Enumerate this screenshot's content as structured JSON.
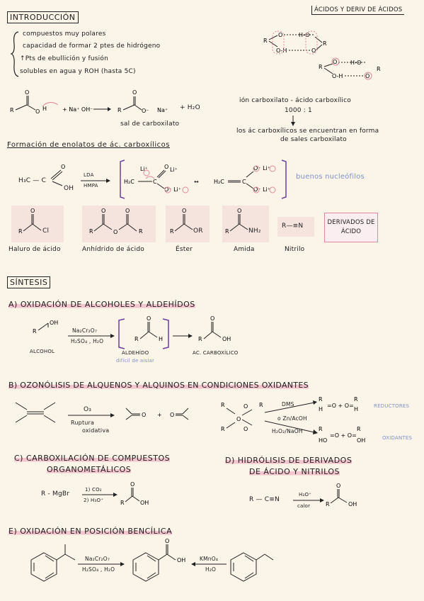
{
  "intro": {
    "title": "INTRODUCCIÓN",
    "bullets": [
      "compuestos muy polares",
      "capacidad de formar 2 ptes de hidrógeno",
      "↑Pts de ebullición y fusión",
      "solubles en agua y ROH (hasta 5C)"
    ]
  },
  "top_right_title": "ÁCIDOS Y DERIV DE ÁCIDOS",
  "salt": {
    "caption": "sal de carboxilato",
    "h2o": "+ H₂O"
  },
  "equilibrium": {
    "line1": "ión carboxilato - ácido carboxílico",
    "ratio": "1000 : 1",
    "line2": "los ác carboxílicos se encuentran en forma",
    "line3": "de sales carboxilato"
  },
  "enolates": {
    "title": "Formación de enolatos de ác. carboxílicos",
    "reagents_top": "LDA",
    "reagents_bottom": "HMPA",
    "note": "buenos nucleófilos",
    "reactant": "H₃C — C",
    "oh": "OH"
  },
  "derivatives": {
    "items": [
      "Haluro de ácido",
      "Anhídrido de ácido",
      "Éster",
      "Amida",
      "Nitrilo"
    ],
    "box": "DERIVADOS DE ÁCIDO",
    "nitrile": "R—≡N",
    "cl": "Cl",
    "or": "OR",
    "nh2": "NH₂"
  },
  "sintesis": {
    "title": "SÍNTESIS",
    "a": {
      "title": "A) OXIDACIÓN DE ALCOHOLES Y ALDEHÍDOS",
      "reag_top": "Na₂Cr₂O₇",
      "reag_bottom": "H₂SO₄ , H₂O",
      "alcohol": "ALCOHOL",
      "aldehyde": "ALDEHÍDO",
      "aldehyde_note": "difícil de aislar",
      "acid": "AC. CARBOXÍLICO"
    },
    "b": {
      "title": "B) OZONÓLISIS DE ALQUENOS Y ALQUINOS EN CONDICIONES OXIDANTES",
      "o3": "O₃",
      "ruptura": "Ruptura",
      "oxidativa": "oxidativa",
      "dms": "DMS",
      "zn": "o Zn/AcOH",
      "h2o2": "H₂O₂/NaOH",
      "reductores": "REDUCTORES",
      "oxidantes": "OXIDANTES"
    },
    "c": {
      "title_1": "C) CARBOXILACIÓN DE COMPUESTOS",
      "title_2": "ORGANOMETÁLICOS",
      "reactant": "R - MgBr",
      "step1": "1) CO₂",
      "step2": "2) H₃O⁺"
    },
    "d": {
      "title_1": "D) HIDRÓLISIS DE DERIVADOS",
      "title_2": "DE ÁCIDO Y NITRILOS",
      "reactant": "R — C≡N",
      "reag_top": "H₃O⁺",
      "reag_bottom": "calor"
    },
    "e": {
      "title": "E) OXIDACIÓN EN POSICIÓN BENCÍLICA",
      "left_top": "Na₂Cr₂O₇",
      "left_bottom": "H₂SO₄ , H₂O",
      "right_top": "KMnO₄",
      "right_bottom": "H₂O"
    }
  }
}
